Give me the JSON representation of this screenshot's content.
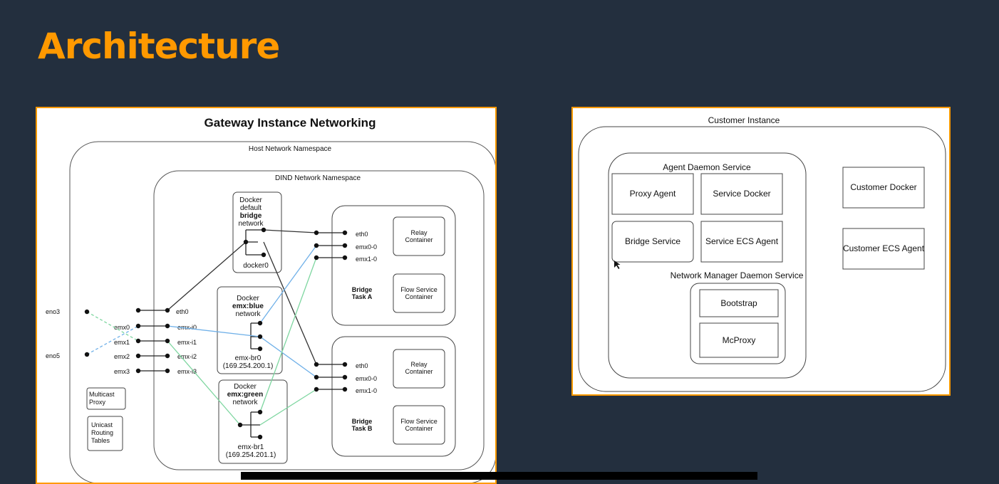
{
  "slide": {
    "title": "Architecture"
  },
  "gateway": {
    "title": "Gateway Instance Networking",
    "host_ns": "Host Network Namespace",
    "dind_ns": "DIND Network Namespace",
    "docker_default": [
      "Docker",
      "default",
      "bridge",
      "network"
    ],
    "docker0": "docker0",
    "docker_blue": [
      "Docker",
      "emx:blue",
      "network"
    ],
    "emx_br0": [
      "emx-br0",
      "(169.254.200.1)"
    ],
    "docker_green": [
      "Docker",
      "emx:green",
      "network"
    ],
    "emx_br1": [
      "emx-br1",
      "(169.254.201.1)"
    ],
    "eno3": "eno3",
    "eno5": "eno5",
    "host_ifaces": [
      "emx0",
      "emx1",
      "emx2",
      "emx3"
    ],
    "dind_ifaces": [
      "eth0",
      "emx-i0",
      "emx-i1",
      "emx-i2",
      "emx-i3"
    ],
    "multicast_proxy": [
      "Multicast",
      "Proxy"
    ],
    "unicast_routing": [
      "Unicast",
      "Routing",
      "Tables"
    ],
    "task_a": {
      "ifaces": [
        "eth0",
        "emx0-0",
        "emx1-0"
      ],
      "relay": [
        "Relay",
        "Container"
      ],
      "flow": [
        "Flow Service",
        "Container"
      ],
      "label": [
        "Bridge",
        "Task A"
      ]
    },
    "task_b": {
      "ifaces": [
        "eth0",
        "emx0-0",
        "emx1-0"
      ],
      "relay": [
        "Relay",
        "Container"
      ],
      "flow": [
        "Flow Service",
        "Container"
      ],
      "label": [
        "Bridge",
        "Task B"
      ]
    },
    "colors": {
      "blue_link": "#6fb0e8",
      "green_link": "#7ed6a0",
      "black_link": "#333333"
    }
  },
  "customer": {
    "title": "Customer Instance",
    "agent_daemon": "Agent Daemon Service",
    "proxy_agent": "Proxy Agent",
    "service_docker": "Service Docker",
    "bridge_service": "Bridge Service",
    "service_ecs_agent": "Service ECS Agent",
    "network_manager": "Network Manager Daemon Service",
    "bootstrap": "Bootstrap",
    "mcproxy": "McProxy",
    "customer_docker": "Customer Docker",
    "customer_ecs_agent": "Customer ECS Agent"
  }
}
